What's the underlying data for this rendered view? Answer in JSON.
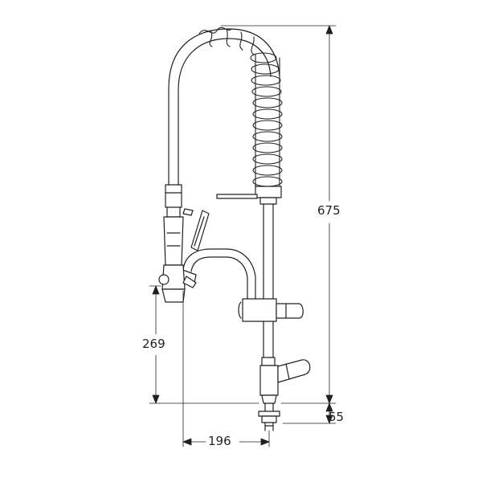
{
  "dimensions": {
    "overall_height": "675",
    "spout_height": "269",
    "base_height": "55",
    "spout_reach": "196"
  },
  "colors": {
    "line": "#231f20",
    "fill": "#ffffff"
  }
}
